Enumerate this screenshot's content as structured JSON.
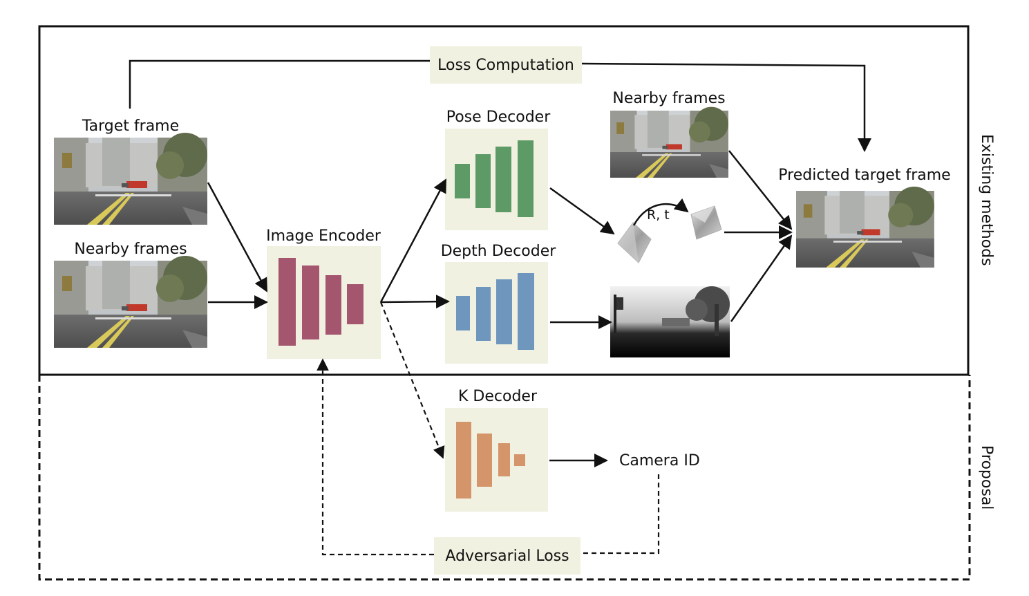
{
  "labels": {
    "loss_computation": "Loss Computation",
    "target_frame": "Target frame",
    "nearby_frames_left": "Nearby frames",
    "image_encoder": "Image Encoder",
    "pose_decoder": "Pose Decoder",
    "depth_decoder": "Depth Decoder",
    "nearby_frames_right": "Nearby frames",
    "rt": "R, t",
    "predicted_target_frame": "Predicted target frame",
    "k_decoder": "K Decoder",
    "camera_id": "Camera ID",
    "adversarial_loss": "Adversarial Loss",
    "existing_methods": "Existing methods",
    "proposal": "Proposal"
  },
  "colors": {
    "encoder": "#a5566f",
    "pose": "#5e9a66",
    "depth": "#6f97bd",
    "k": "#d4956a",
    "block_bg": "#f1f1e1"
  }
}
